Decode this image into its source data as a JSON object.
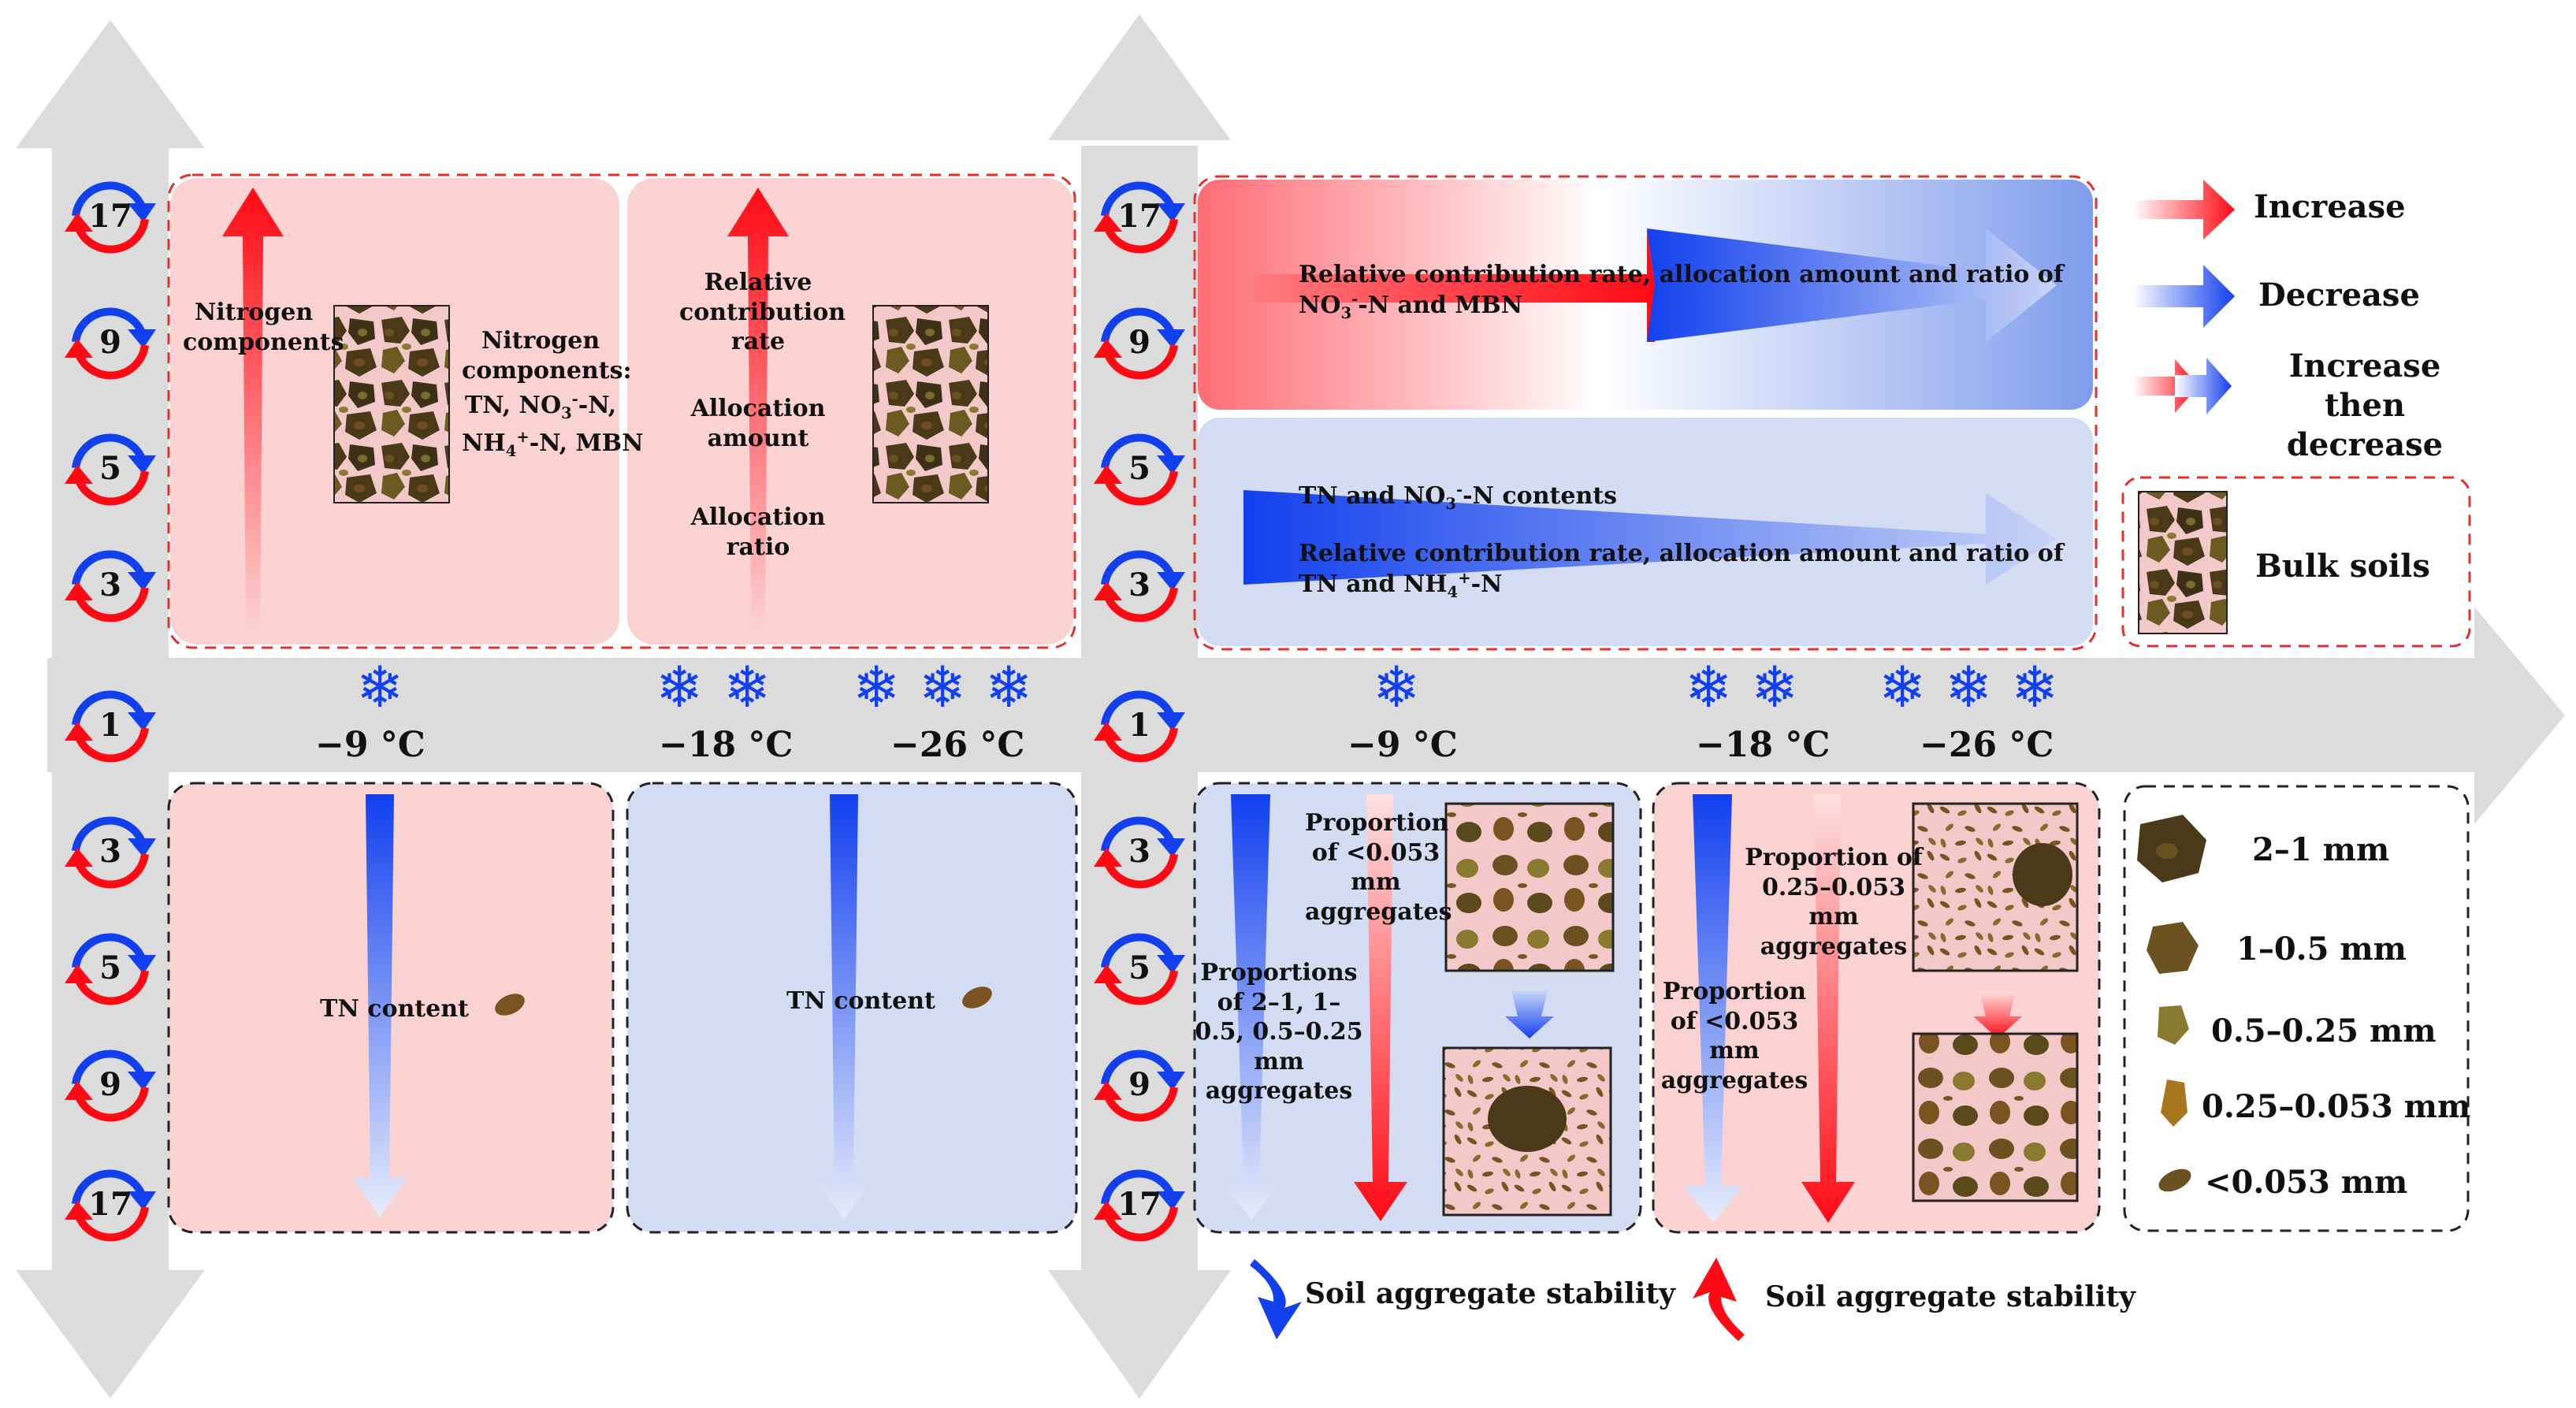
{
  "cycle_numbers": [
    "17",
    "9",
    "5",
    "3",
    "1",
    "3",
    "5",
    "9",
    "17"
  ],
  "temperatures": [
    "−9 °C",
    "−18 °C",
    "−26 °C"
  ],
  "bulk": {
    "p1_label_left": "Nitrogen components",
    "p1_label_right_1": "Nitrogen",
    "p1_label_right_2": "components:",
    "p1_label_right_3": "TN, NO",
    "p1_label_right_3b": "-N,",
    "p1_label_right_4": "NH",
    "p1_label_right_4b": "-N, MBN",
    "p2_label_1": "Relative contribution rate",
    "p2_label_2": "Allocation amount",
    "p2_label_3": "Allocation ratio",
    "low_label_1": "TN content",
    "low_label_2": "TN content"
  },
  "aggregate_top": {
    "label_upper_1": "Relative contribution rate, allocation amount and ratio of",
    "label_upper_2a": "NO",
    "label_upper_2b": "-N and MBN",
    "label_lower_1a": "TN and  NO",
    "label_lower_1b": "-N contents",
    "label_lower_2": "Relative contribution rate, allocation amount and ratio of",
    "label_lower_3a": "TN and NH",
    "label_lower_3b": "-N"
  },
  "aggregate_bottom": {
    "p3_small": "Proportion of <0.053 mm aggregates",
    "p3_large": "Proportions of 2–1, 1–0.5, 0.5–0.25 mm aggregates",
    "p4_mid": "Proportion of 0.25–0.053 mm aggregates",
    "p4_small": "Proportion of <0.053 mm aggregates",
    "stability_down": "Soil aggregate stability",
    "stability_up": "Soil aggregate stability"
  },
  "legend": {
    "increase": "Increase",
    "decrease": "Decrease",
    "increase_then_decrease": "Increase then decrease",
    "bulk_soils": "Bulk soils",
    "sizes": [
      "2–1 mm",
      "1–0.5 mm",
      "0.5–0.25 mm",
      "0.25–0.053 mm",
      "<0.053 mm"
    ]
  },
  "colors": {
    "increase_red": "#ff0a14",
    "decrease_blue": "#1240ee",
    "pink_panel": "#fbd2d2",
    "blue_panel": "#d3dcf2",
    "grey_arrow": "#dcdcdc",
    "soil_dark": "#4a3a1a",
    "soil_brown": "#7a5320",
    "soil_olive": "#8a7a30"
  }
}
